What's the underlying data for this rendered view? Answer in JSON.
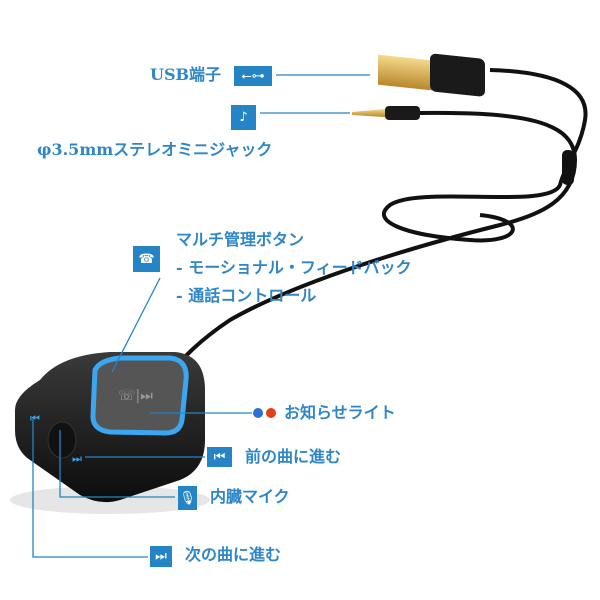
{
  "colors": {
    "accent": "#2484c6",
    "text": "#2f86c6",
    "device": "#1c1c1c",
    "ring": "#3ba7f0"
  },
  "callouts": {
    "usb": {
      "label": "USB端子",
      "icon": "usb-icon"
    },
    "jack": {
      "label": "φ3.5mmステレオミニジャック",
      "icon": "audio-jack-icon"
    },
    "multi_button": {
      "label": "マルチ管理ボタン",
      "sub1": "- モーショナル・フィードバック",
      "sub2": "- 通話コントロール",
      "icon": "phone-icon"
    },
    "light": {
      "label": "お知らせライト",
      "icon": "led-dots-icon"
    },
    "prev": {
      "label": "前の曲に進む",
      "icon": "previous-track-icon"
    },
    "mic": {
      "label": "内臓マイク",
      "icon": "microphone-icon"
    },
    "next": {
      "label": "次の曲に進む",
      "icon": "next-track-icon"
    }
  }
}
